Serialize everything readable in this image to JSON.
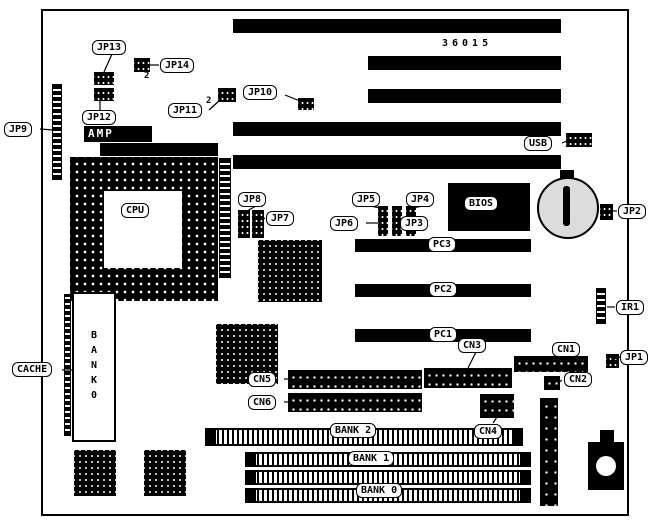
{
  "part_number": "36015",
  "pin2_marker": "2",
  "labels": {
    "jp1": "JP1",
    "jp2": "JP2",
    "jp3": "JP3",
    "jp4": "JP4",
    "jp5": "JP5",
    "jp6": "JP6",
    "jp7": "JP7",
    "jp8": "JP8",
    "jp9": "JP9",
    "jp10": "JP10",
    "jp11": "JP11",
    "jp12": "JP12",
    "jp13": "JP13",
    "jp14": "JP14",
    "usb": "USB",
    "ir1": "IR1",
    "cache": "CACHE",
    "cn1": "CN1",
    "cn2": "CN2",
    "cn3": "CN3",
    "cn4": "CN4",
    "cn5": "CN5",
    "cn6": "CN6",
    "bios": "BIOS",
    "cpu": "CPU",
    "amp": "AMP",
    "pc1": "PC1",
    "pc2": "PC2",
    "pc3": "PC3",
    "bank0": "BANK 0",
    "bank1": "BANK 1",
    "bank2": "BANK 2",
    "cache_bank": "BANK0"
  }
}
